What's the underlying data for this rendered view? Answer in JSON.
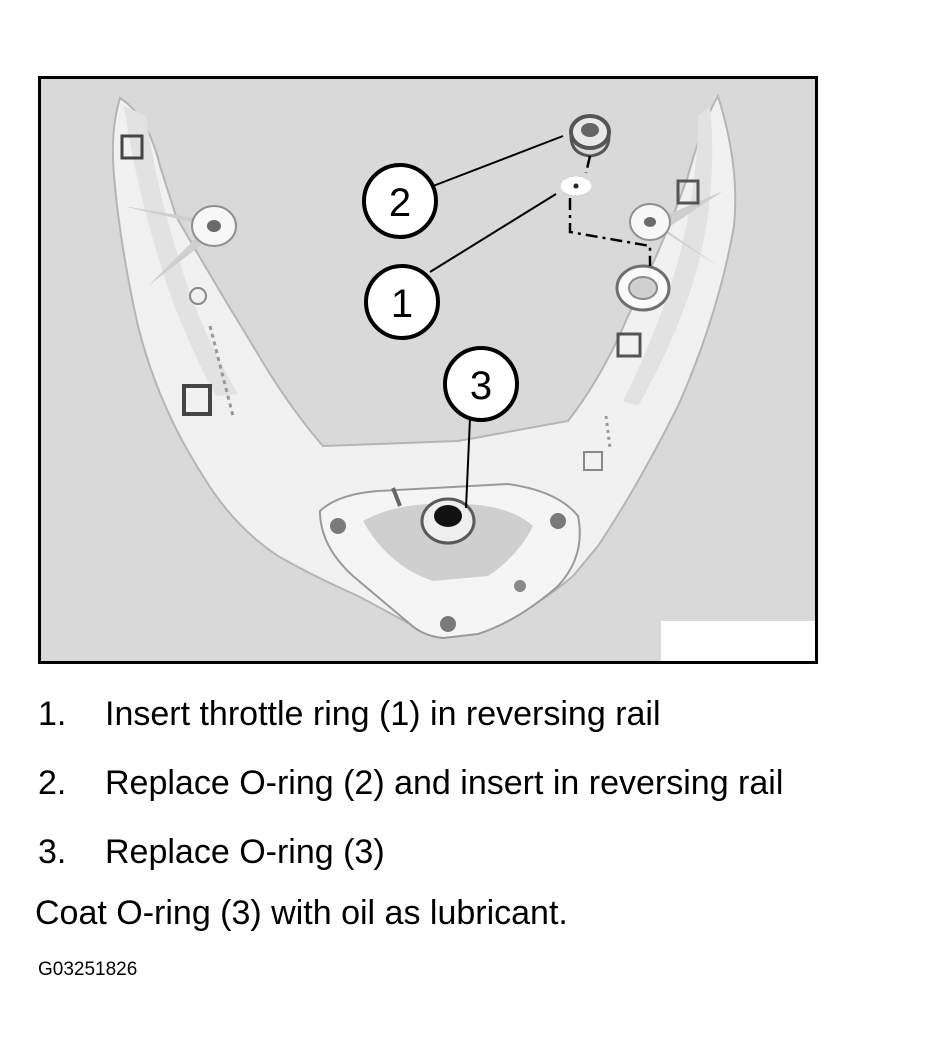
{
  "callouts": [
    "1",
    "2",
    "3"
  ],
  "steps": [
    {
      "number": "1.",
      "text": "Insert throttle ring (1) in reversing rail"
    },
    {
      "number": "2.",
      "text": "Replace O-ring (2) and insert in reversing rail"
    },
    {
      "number": "3.",
      "text": "Replace O-ring (3)"
    }
  ],
  "note": "Coat O-ring (3) with oil as lubricant.",
  "figure_code": "G03251826",
  "colors": {
    "background": "#d9d9d9",
    "part": "#f1f1f1",
    "shadow": "#7a7a7a",
    "frame": "#000000"
  }
}
